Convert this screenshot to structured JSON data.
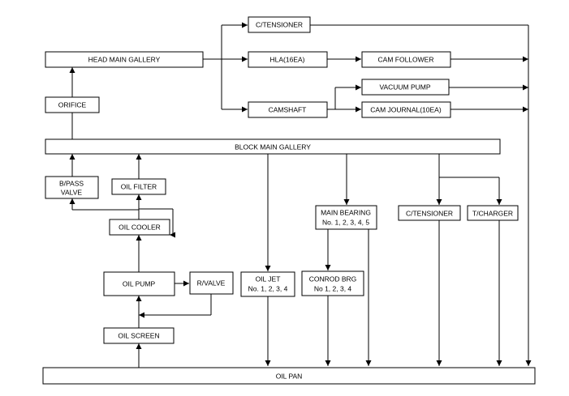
{
  "boxes": {
    "c_tensioner_top": "C/TENSIONER",
    "head_main_gallery": "HEAD MAIN GALLERY",
    "hla": "HLA(16EA)",
    "cam_follower": "CAM FOLLOWER",
    "vacuum_pump": "VACUUM PUMP",
    "camshaft": "CAMSHAFT",
    "cam_journal": "CAM JOURNAL(10EA)",
    "orifice": "ORIFICE",
    "block_main_gallery": "BLOCK MAIN GALLERY",
    "bpass_valve_1": "B/PASS",
    "bpass_valve_2": "VALVE",
    "oil_filter": "OIL FILTER",
    "oil_cooler": "OIL COOLER",
    "oil_pump": "OIL PUMP",
    "r_valve": "R/VALVE",
    "oil_screen": "OIL SCREEN",
    "oil_jet_1": "OIL JET",
    "oil_jet_2": "No. 1, 2, 3, 4",
    "main_bearing_1": "MAIN BEARING",
    "main_bearing_2": "No. 1, 2, 3, 4, 5",
    "conrod_brg_1": "CONROD BRG",
    "conrod_brg_2": "No 1, 2, 3, 4",
    "c_tensioner_bottom": "C/TENSIONER",
    "t_charger": "T/CHARGER",
    "oil_pan": "OIL PAN"
  }
}
